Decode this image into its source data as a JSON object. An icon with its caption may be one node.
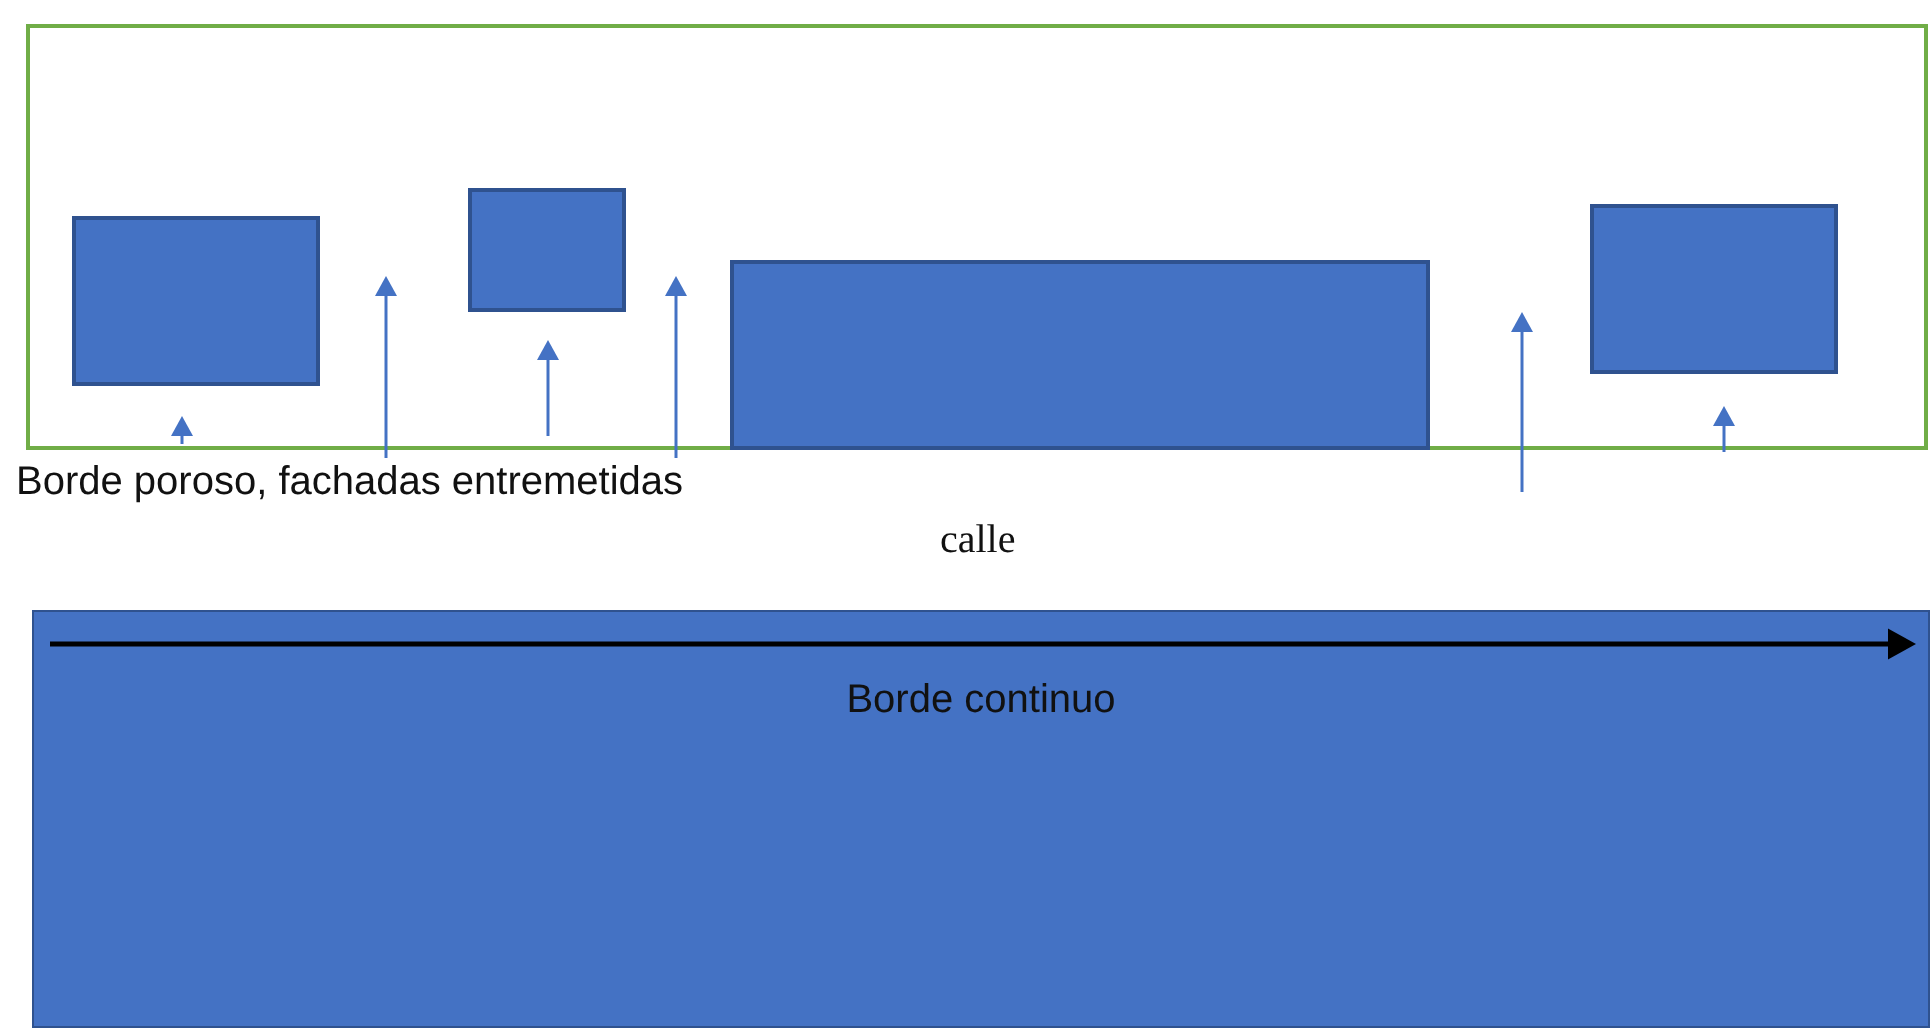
{
  "diagram": {
    "nodes": [
      {
        "text": [],
        "shape": "box"
      },
      {
        "text": [],
        "shape": "box",
        "in": 0
      },
      {
        "text": [],
        "shape": "box",
        "in": 0
      },
      {
        "text": [],
        "shape": "box",
        "in": 0
      },
      {
        "text": [],
        "shape": "box",
        "in": 0
      },
      {
        "text": [
          "Borde continuo"
        ]
      }
    ],
    "edges": [],
    "labels": [
      "Borde poroso, fachadas entremetidas",
      "calle"
    ]
  }
}
